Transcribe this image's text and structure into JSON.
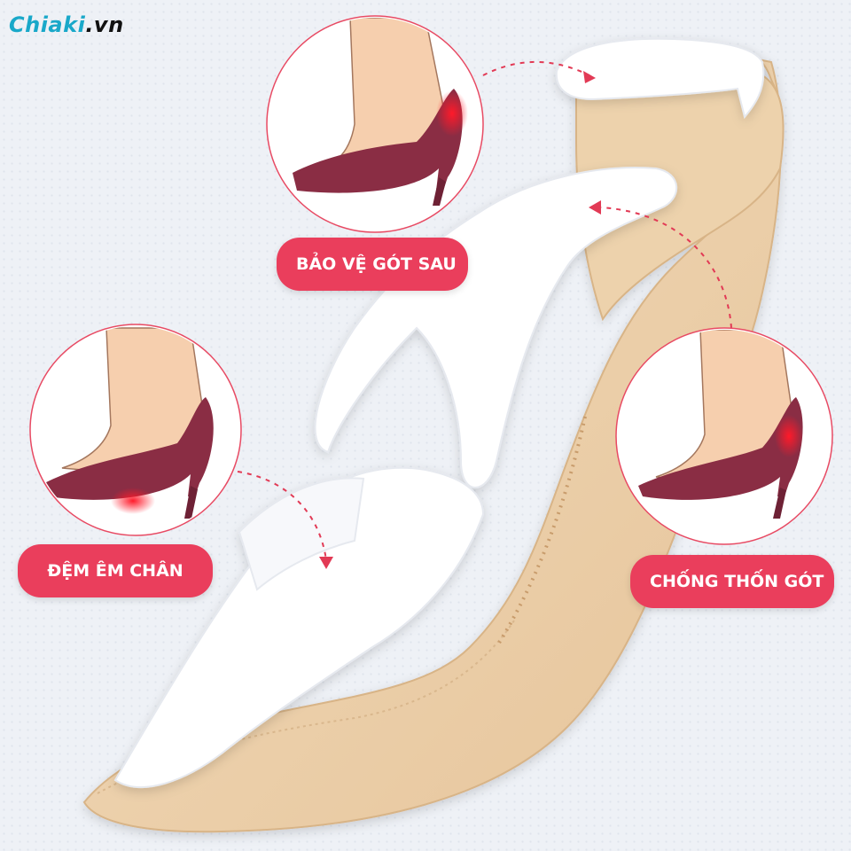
{
  "brand": {
    "name": "Chiaki",
    "domain": ".vn"
  },
  "callouts": [
    {
      "id": "heel",
      "label": "BẢO VỆ GÓT SAU"
    },
    {
      "id": "cushion",
      "label": "ĐỆM ÊM CHÂN"
    },
    {
      "id": "slip",
      "label": "CHỐNG THỐN GÓT"
    }
  ],
  "colors": {
    "accent": "#ea3e5c",
    "brand": "#19a8c9",
    "insole": "#edd2ac",
    "shoe": "#8a2d44",
    "skin": "#f6cfae",
    "highlight": "#f1152b"
  }
}
